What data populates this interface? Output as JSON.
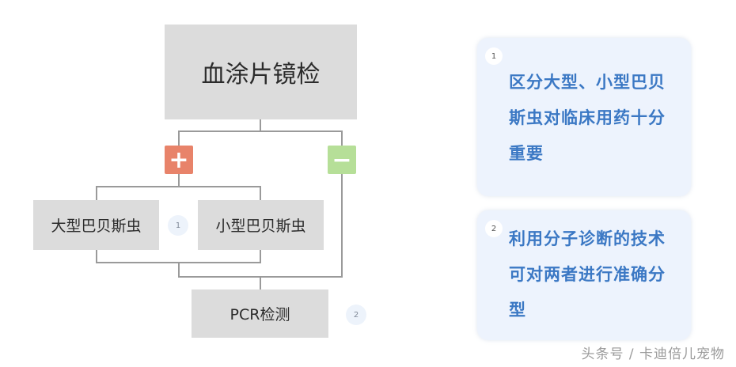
{
  "diagram": {
    "root": {
      "label": "血涂片镜检"
    },
    "branches": {
      "positive": {
        "symbol": "+",
        "color": "#e8836a"
      },
      "negative": {
        "symbol": "−",
        "color": "#b6df98"
      }
    },
    "nodes": {
      "large": {
        "label": "大型巴贝斯虫"
      },
      "small": {
        "label": "小型巴贝斯虫"
      },
      "pcr": {
        "label": "PCR检测"
      }
    },
    "markers": {
      "m1": "1",
      "m2": "2"
    }
  },
  "notes": [
    {
      "number": "1",
      "text": "区分大型、小型巴贝斯虫对临床用药十分重要"
    },
    {
      "number": "2",
      "text": "利用分子诊断的技术可对两者进行准确分型"
    }
  ],
  "watermark": "头条号 / 卡迪倍儿宠物",
  "colors": {
    "node_bg": "#dcdcdc",
    "note_bg": "#edf3fd",
    "note_text": "#3b78c4",
    "connector": "#9a9a9a"
  }
}
